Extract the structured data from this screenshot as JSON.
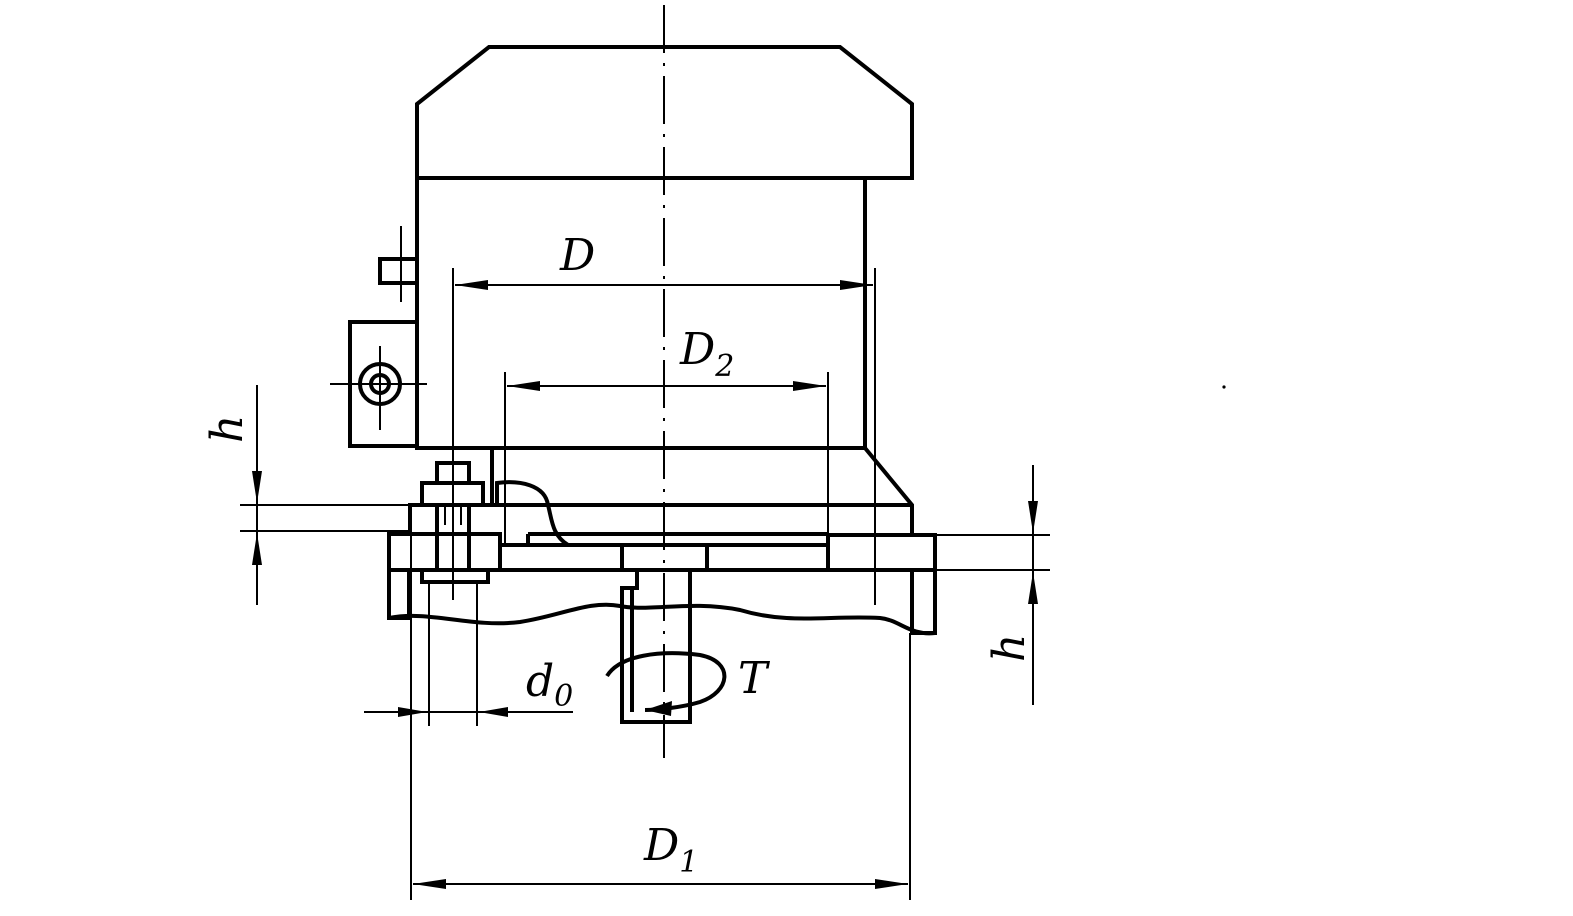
{
  "labels": {
    "D": "D",
    "D2_main": "D",
    "D2_sub": "2",
    "D1_main": "D",
    "D1_sub": "1",
    "d0_main": "d",
    "d0_sub": "0",
    "T": "T",
    "h_left": "h",
    "h_right": "h"
  }
}
